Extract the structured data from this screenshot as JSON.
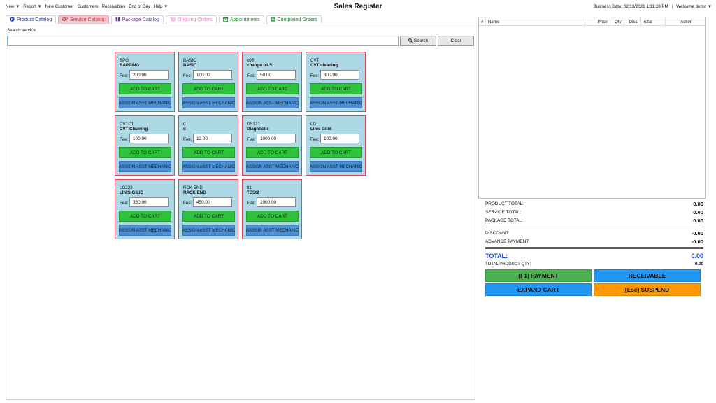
{
  "menu": {
    "items": [
      "New ▼",
      "Report ▼",
      "New Customer",
      "Customers",
      "Receivables",
      "End of Day",
      "Help ▼"
    ]
  },
  "header": {
    "title": "Sales Register",
    "business_date": "Business Date: 02/13/2026 1:11:28 PM",
    "separator": "|",
    "welcome": "Welcome demo ▼"
  },
  "tabs": [
    {
      "label": "Product Catalog",
      "icon": "catalog-circle-icon",
      "color": "#1a3fd0"
    },
    {
      "label": "Service Catalog",
      "icon": "gears-icon",
      "color": "#e03a3a",
      "active": true
    },
    {
      "label": "Package Catalog",
      "icon": "package-icon",
      "color": "#6a2aa8"
    },
    {
      "label": "Ongoing Orders",
      "icon": "cart-icon",
      "color": "#f07ad8"
    },
    {
      "label": "Appointments",
      "icon": "calendar-icon",
      "color": "#1f8a2e"
    },
    {
      "label": "Completed Orders",
      "icon": "completed-box-icon",
      "color": "#1f8a2e"
    }
  ],
  "search": {
    "label": "Search service",
    "value": "",
    "search_button": "Search",
    "clear_button": "Clear"
  },
  "services": [
    {
      "code": "BPG",
      "name": "BAPPING",
      "fee_label": "Fee:",
      "fee": "200.00",
      "add_label": "ADD TO CART",
      "assign_label": "ASSIGN ASST MECHANIC"
    },
    {
      "code": "BASIC",
      "name": "BASIC",
      "fee_label": "Fee:",
      "fee": "100.00",
      "add_label": "ADD TO CART",
      "assign_label": "ASSIGN ASST MECHANIC"
    },
    {
      "code": "c05",
      "name": "change oil 5",
      "fee_label": "Fee:",
      "fee": "50.00",
      "add_label": "ADD TO CART",
      "assign_label": "ASSIGN ASST MECHANIC"
    },
    {
      "code": "CVT",
      "name": "CVT cleaning",
      "fee_label": "Fee:",
      "fee": "300.00",
      "add_label": "ADD TO CART",
      "assign_label": "ASSIGN ASST MECHANIC"
    },
    {
      "code": "CVTC1",
      "name": "CVT Cleaning",
      "fee_label": "Fee:",
      "fee": "100.00",
      "add_label": "ADD TO CART",
      "assign_label": "ASSIGN ASST MECHANIC"
    },
    {
      "code": "d",
      "name": "d",
      "fee_label": "Fee:",
      "fee": "12.00",
      "add_label": "ADD TO CART",
      "assign_label": "ASSIGN ASST MECHANIC"
    },
    {
      "code": "DS121",
      "name": "Diagnostic",
      "fee_label": "Fee:",
      "fee": "1000.00",
      "add_label": "ADD TO CART",
      "assign_label": "ASSIGN ASST MECHANIC"
    },
    {
      "code": "LG",
      "name": "Linis Gilid",
      "fee_label": "Fee:",
      "fee": "100.00",
      "add_label": "ADD TO CART",
      "assign_label": "ASSIGN ASST MECHANIC"
    },
    {
      "code": "LG222",
      "name": "LINIS GILID",
      "fee_label": "Fee:",
      "fee": "350.00",
      "add_label": "ADD TO CART",
      "assign_label": "ASSIGN ASST MECHANIC"
    },
    {
      "code": "RCK END",
      "name": "RACK END",
      "fee_label": "Fee:",
      "fee": "450.00",
      "add_label": "ADD TO CART",
      "assign_label": "ASSIGN ASST MECHANIC"
    },
    {
      "code": "tt1",
      "name": "TESt2",
      "fee_label": "Fee:",
      "fee": "1000.00",
      "add_label": "ADD TO CART",
      "assign_label": "ASSIGN ASST MECHANIC"
    }
  ],
  "cart": {
    "columns": [
      "#",
      "Name",
      "Price",
      "Qty",
      "Disc",
      "Total",
      "Action"
    ],
    "rows": []
  },
  "totals": {
    "product_total_label": "PRODUCT TOTAL:",
    "product_total": "0.00",
    "service_total_label": "SERVICE TOTAL:",
    "service_total": "0.00",
    "package_total_label": "PACKAGE TOTAL:",
    "package_total": "0.00",
    "discount_label": "DISCOUNT:",
    "discount": "-0.00",
    "advance_label": "ADVANCE PAYMENT:",
    "advance": "-0.00",
    "total_label": "TOTAL:",
    "total": "0.00",
    "total_qty_label": "TOTAL PRODUCT QTY:",
    "total_qty": "0.00"
  },
  "actions": {
    "payment": "[F1] PAYMENT",
    "receivable": "RECEIVABLE",
    "expand": "EXPAND CART",
    "suspend": "[Esc] SUSPEND"
  },
  "colors": {
    "card_bg": "#add8e6",
    "card_border": "#e0455a",
    "add_green": "#2ec13a",
    "assign_blue": "#4a8fd4",
    "payment_green": "#4caf50",
    "receivable_blue": "#2196f3",
    "suspend_orange": "#ff9800",
    "total_blue": "#1a3fd0"
  }
}
